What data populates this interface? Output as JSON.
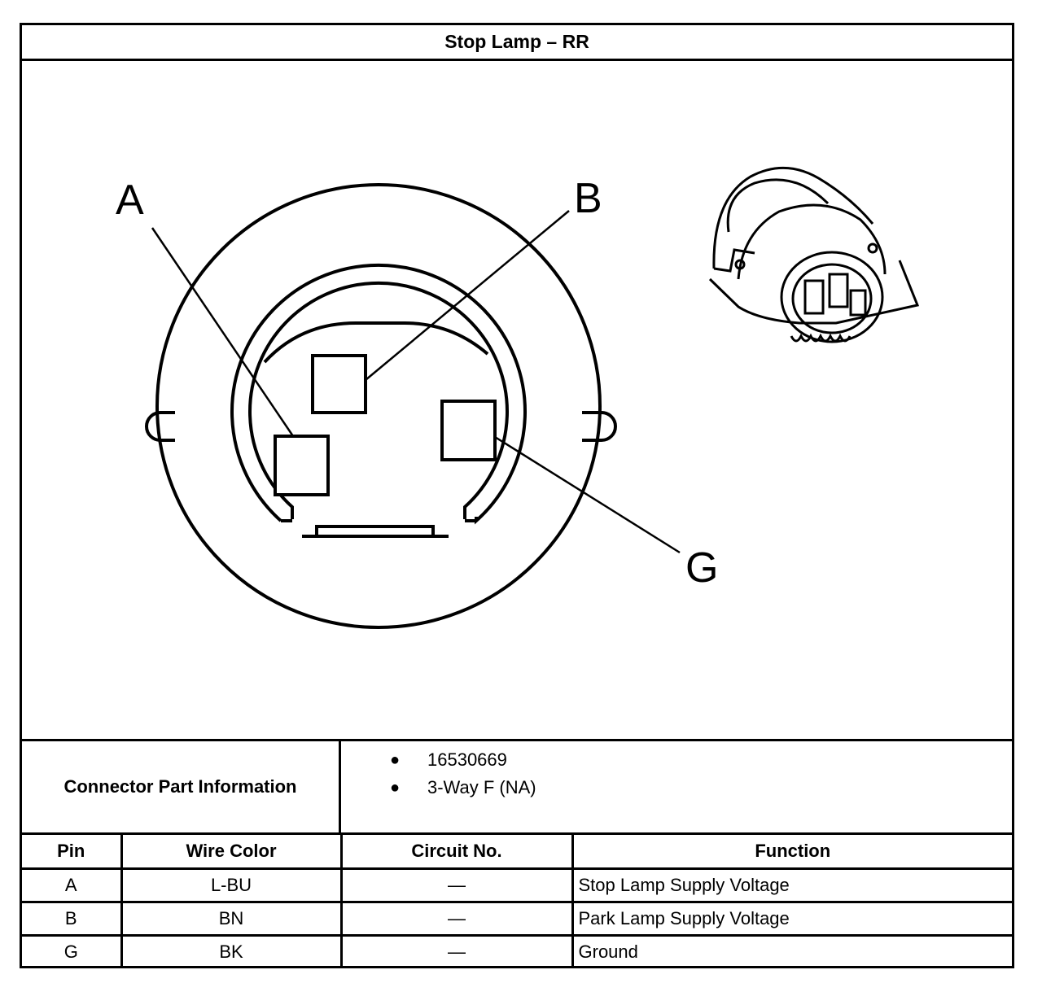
{
  "title": "Stop Lamp – RR",
  "diagram": {
    "pin_labels": [
      "A",
      "B",
      "G"
    ],
    "illustration": "connector-3d-view"
  },
  "connector_info": {
    "label": "Connector Part Information",
    "items": [
      "16530669",
      "3-Way F (NA)"
    ]
  },
  "pin_table": {
    "headers": [
      "Pin",
      "Wire Color",
      "Circuit No.",
      "Function"
    ],
    "rows": [
      {
        "pin": "A",
        "wire_color": "L-BU",
        "circuit": "—",
        "function": "Stop Lamp Supply Voltage"
      },
      {
        "pin": "B",
        "wire_color": "BN",
        "circuit": "—",
        "function": "Park Lamp Supply Voltage"
      },
      {
        "pin": "G",
        "wire_color": "BK",
        "circuit": "—",
        "function": "Ground"
      }
    ]
  }
}
